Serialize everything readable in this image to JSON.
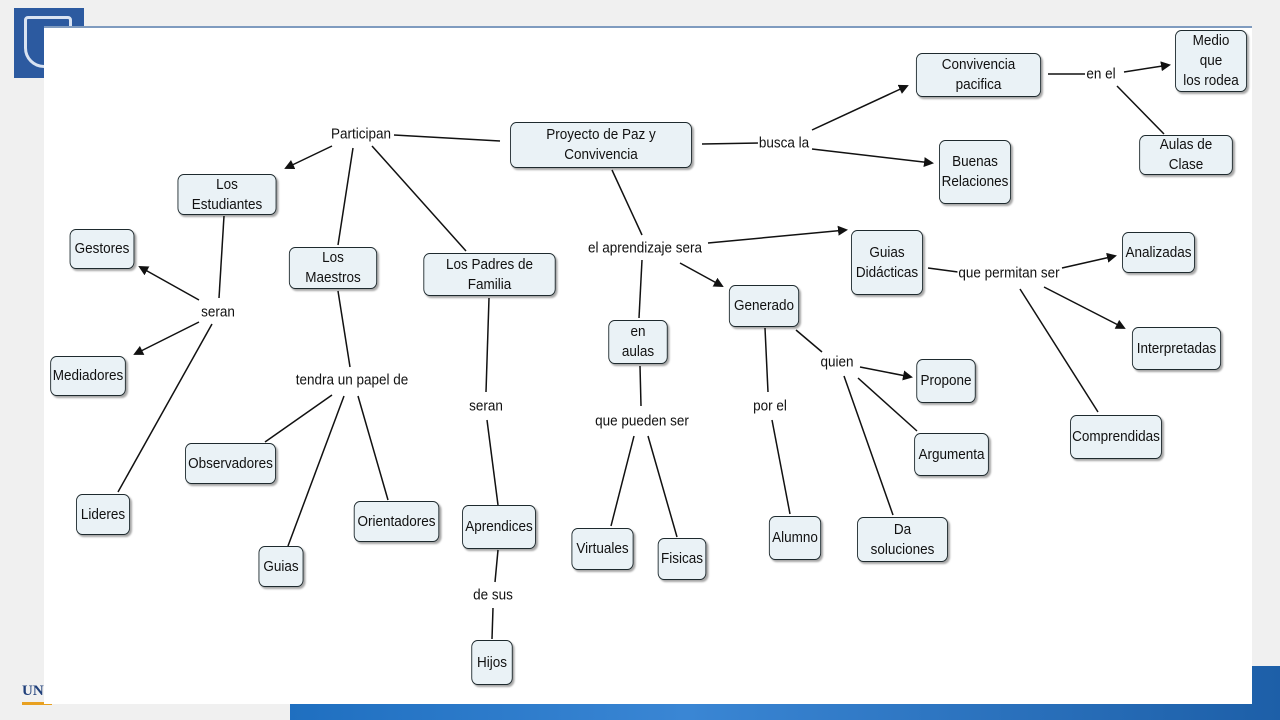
{
  "nodes": {
    "root": "Proyecto de Paz y Convivencia",
    "convivencia": "Convivencia pacifica",
    "medio": "Medio que\nlos rodea",
    "aulas_clase": "Aulas de Clase",
    "buenas": "Buenas\nRelaciones",
    "estudiantes": "Los Estudiantes",
    "gestores": "Gestores",
    "mediadores": "Mediadores",
    "lideres": "Lideres",
    "maestros": "Los Maestros",
    "observadores": "Observadores",
    "guias": "Guias",
    "orientadores": "Orientadores",
    "padres": "Los Padres de Familia",
    "aprendices": "Aprendices",
    "hijos": "Hijos",
    "en_aulas": "en aulas",
    "virtuales": "Virtuales",
    "fisicas": "Fisicas",
    "generado": "Generado",
    "alumno": "Alumno",
    "propone": "Propone",
    "argumenta": "Argumenta",
    "soluciones": "Da soluciones",
    "guias_did": "Guias\nDidácticas",
    "analizadas": "Analizadas",
    "interpretadas": "Interpretadas",
    "comprendidas": "Comprendidas"
  },
  "labels": {
    "participan": "Participan",
    "busca_la": "busca la",
    "en_el": "en el",
    "seran_est": "seran",
    "tendra": "tendra un papel de",
    "seran_pad": "seran",
    "de_sus": "de sus",
    "aprendizaje": "el aprendizaje sera",
    "que_pueden": "que pueden ser",
    "por_el": "por el",
    "quien": "quien",
    "que_permitan": "que permitan ser"
  },
  "footer": {
    "brand": "UN"
  }
}
